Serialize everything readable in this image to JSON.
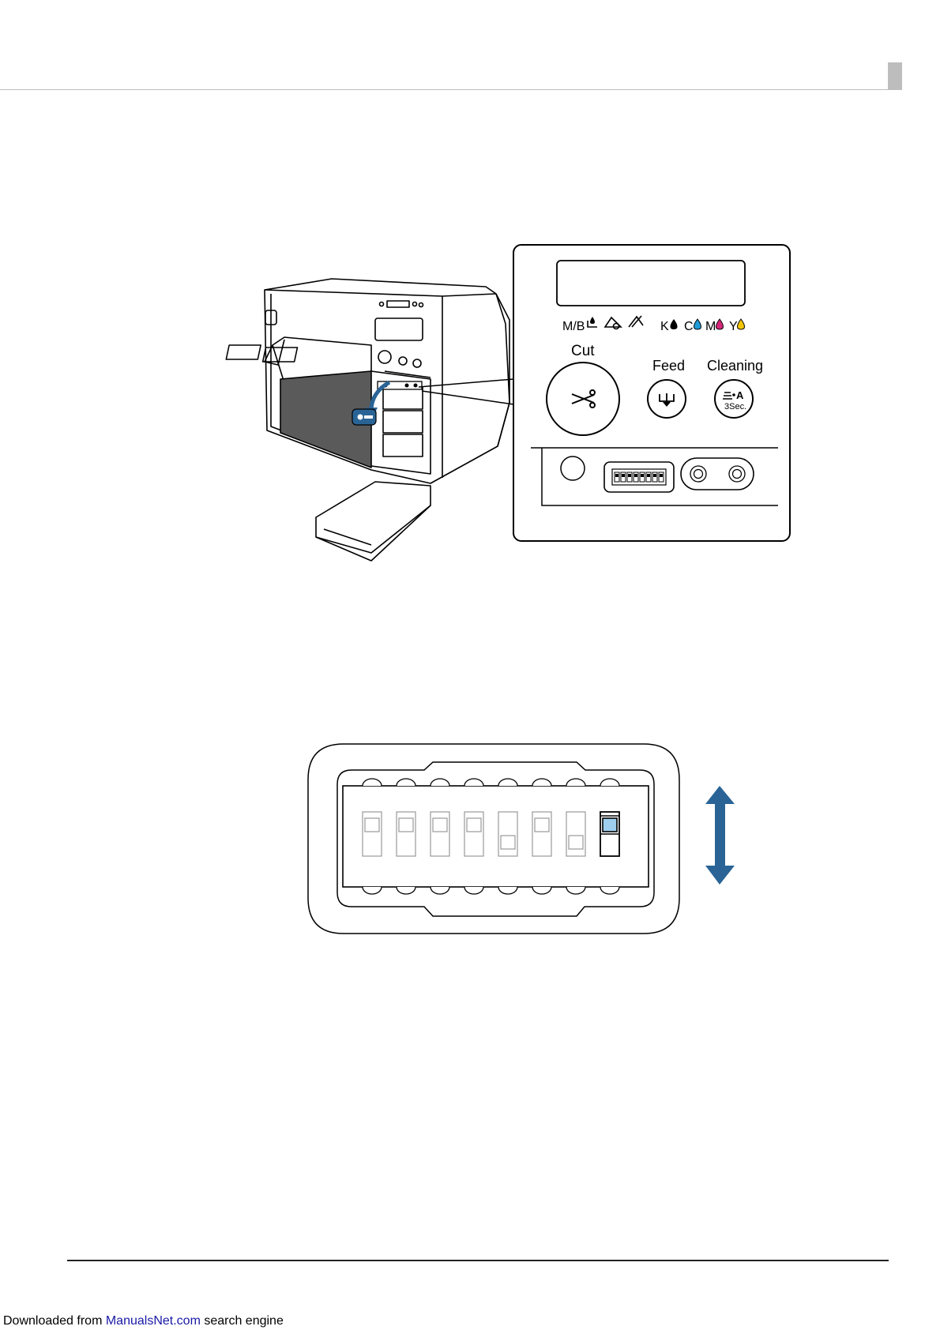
{
  "panel": {
    "indicators": {
      "mb": "M/B",
      "ink_k": "K",
      "ink_c": "C",
      "ink_m": "M",
      "ink_y": "Y"
    },
    "buttons": {
      "cut": "Cut",
      "feed": "Feed",
      "cleaning": "Cleaning",
      "cleaning_hold": "3Sec."
    }
  },
  "dip_switch": {
    "count": 8,
    "highlighted_index": 7,
    "positions": [
      "up",
      "up",
      "up",
      "up",
      "down",
      "up",
      "down",
      "up"
    ],
    "highlight_color": "#9ecfee",
    "arrow_color": "#2a6496"
  },
  "ink_colors": {
    "k": "#000000",
    "c": "#1f9bd7",
    "m": "#d6287a",
    "y": "#f2c500"
  },
  "accent_blue": "#2a6496",
  "footer": {
    "prefix": "Downloaded from ",
    "link": "ManualsNet.com",
    "suffix": " search engine"
  }
}
